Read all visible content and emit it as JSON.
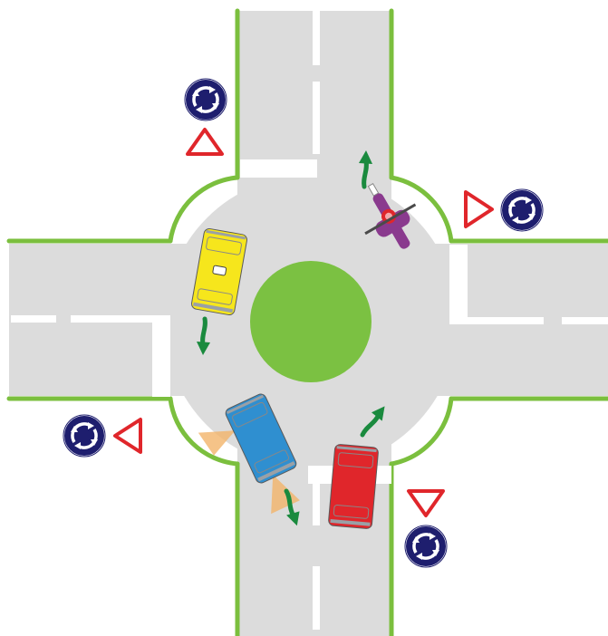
{
  "colors": {
    "road": "#dcdcdc",
    "verge": "#7bbf3e",
    "island": "#7bc142",
    "lane_marking": "#ffffff",
    "arrow": "#1a8a3e",
    "sign_blue": "#1e1e6e",
    "sign_red": "#e0262b",
    "car_yellow": "#f6e61c",
    "car_blue": "#2f8fd0",
    "car_red": "#e0262b",
    "rider_purple": "#8a3a8e",
    "headlight_beam": "#f2b46a"
  },
  "icons": {
    "roundabout_sign": "roundabout-mandatory-sign-icon",
    "yield_sign": "yield-triangle-sign-icon",
    "direction_arrow": "curved-direction-arrow-icon"
  },
  "vehicles": [
    "yellow-car",
    "blue-car",
    "red-car",
    "motorcycle-rider"
  ]
}
